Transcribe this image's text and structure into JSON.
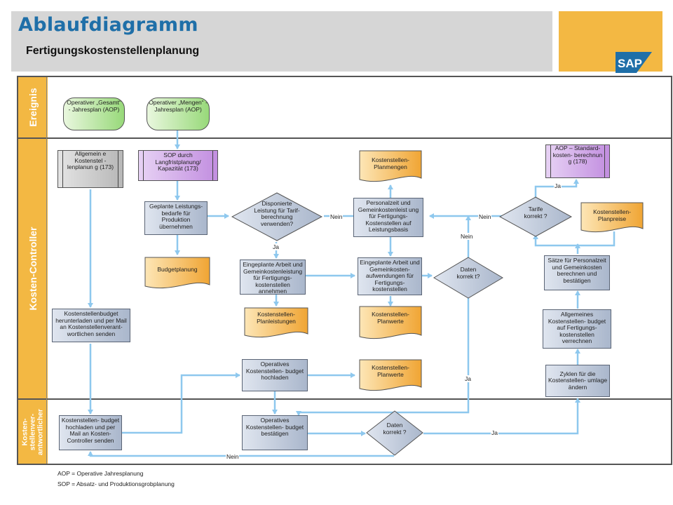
{
  "header": {
    "title": "Ablaufdiagramm",
    "subtitle": "Fertigungskostenstellenplanung"
  },
  "logo": {
    "text": "SAP",
    "color": "#1f6fa8"
  },
  "colors": {
    "lane": "#f3b843",
    "arrow": "#8ec8ee",
    "title": "#1f6fa8"
  },
  "lanes": {
    "event": "Ereignis",
    "controller": "Kosten-Controller",
    "owner": "Kosten-\nstellenver-\nantwortlicher"
  },
  "events": {
    "aop_gesamt": "Operativer „Gesamt“ - Jahresplan (AOP)",
    "aop_mengen": "Operativer „Mengen“ - Jahresplan (AOP)"
  },
  "nodes": {
    "allgemeine": "Allgemein e Kostenstel - lenplanun g (173)",
    "sop": "SOP durch Langfristplanung/ Kapazität (173)",
    "geplante": "Geplante Leistungs- bedarfe für Produktion übernehmen",
    "budgetplanung": "Budgetplanung",
    "budget_senden": "Kostenstellenbudget herunterladen und per Mail an Kostenstellenverant- wortlichen senden",
    "disponierte": "Disponierte Leistung für Tarif- berechnung verwenden?",
    "eingeplante_leistung": "Eingeplante Arbeit und Gemeinkostenleistung für Fertigungs- kostenstellen annehmen",
    "planleistungen": "Kostenstellen- Planleistungen",
    "op_budget_hochladen": "Operatives Kostenstellen- budget hochladen",
    "planmengen": "Kostenstellen- Planmengen",
    "personalzeit": "Personalzeit und Gemeinkostenleist ung für Fertigungs- Kostenstellen auf Leistungsbasis",
    "eingeplante_aufwendungen": "Eingeplante Arbeit und Gemeinkosten- aufwendungen für Fertigungs- kostenstellen",
    "planwerte1": "Kostenstellen- Planwerte",
    "planwerte2": "Kostenstellen- Planwerte",
    "daten_korrekt": "Daten korrek t?",
    "tarife": "Tarife korrekt ?",
    "aop_standard": "AOP – Standard- kosten- berechnun g (178)",
    "planpreise": "Kostenstellen- Planpreise",
    "saetze": "Sätze für Personalzeit und Gemeinkosten berechnen und bestätigen",
    "allg_budget": "Allgemeines Kostenstellen- budget auf Fertigungs- kostenstellen verrechnen",
    "zyklen": "Zyklen für die Kostenstellen- umlage ändern",
    "budget_hochladen_senden": "Kostenstellen- budget hochladen und per Mail an Kosten-Controller senden",
    "op_budget_bestaetigen": "Operatives Kostenstellen- budget bestätigen",
    "daten_korrekt2": "Daten korrekt ?"
  },
  "labels": {
    "nein1": "Nein",
    "ja1": "Ja",
    "nein2": "Nein",
    "nein3": "Nein",
    "ja2": "Ja",
    "ja3": "Ja",
    "ja4": "Ja",
    "nein4": "Nein"
  },
  "footer": {
    "aop": "AOP = Operative Jahresplanung",
    "sop": "SOP = Absatz- und Produktionsgrobplanung"
  }
}
